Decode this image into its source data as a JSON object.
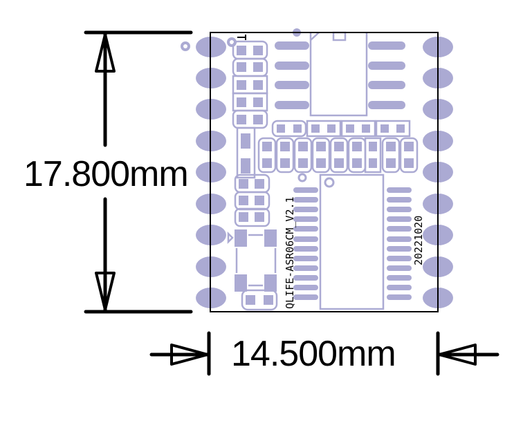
{
  "diagram": {
    "type": "pcb-layout",
    "board": {
      "outline_color": "#000000",
      "pad_color": "#abaad3",
      "bg_color": "#ffffff"
    },
    "dimensions": {
      "height_label": "17.800mm",
      "width_label": "14.500mm"
    },
    "silkscreen": {
      "board_name": "QLIFE-ASR06CM_V2.1",
      "date_code": "20221020",
      "pin1_marker": "1"
    },
    "components": [
      {
        "name": "edge-castellated-pads-left",
        "count": 9
      },
      {
        "name": "edge-castellated-pads-right",
        "count": 9
      },
      {
        "name": "soic8-ic",
        "pins": 8
      },
      {
        "name": "ssop-ic",
        "pins": 24
      },
      {
        "name": "passive-column-left",
        "count": 8
      },
      {
        "name": "passive-row-top",
        "count": 4
      },
      {
        "name": "passive-row-middle",
        "count": 9
      },
      {
        "name": "crystal-4pad",
        "count": 1
      }
    ]
  }
}
